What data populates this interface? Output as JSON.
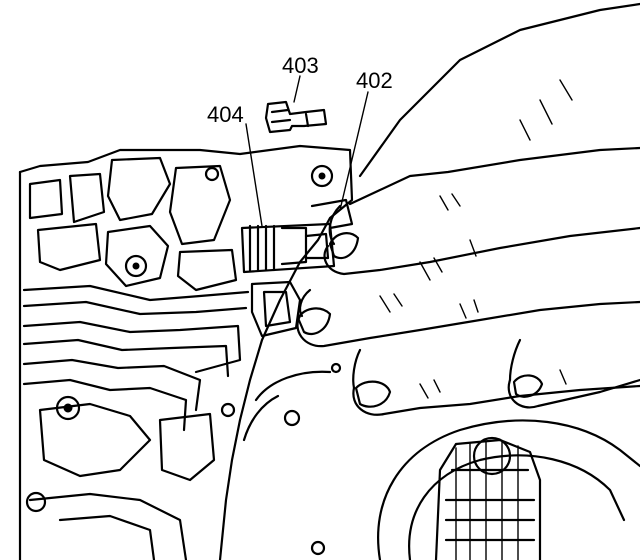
{
  "callouts": {
    "c403": "403",
    "c404": "404",
    "c402": "402"
  },
  "colors": {
    "ink": "#000000",
    "paper": "#ffffff"
  }
}
